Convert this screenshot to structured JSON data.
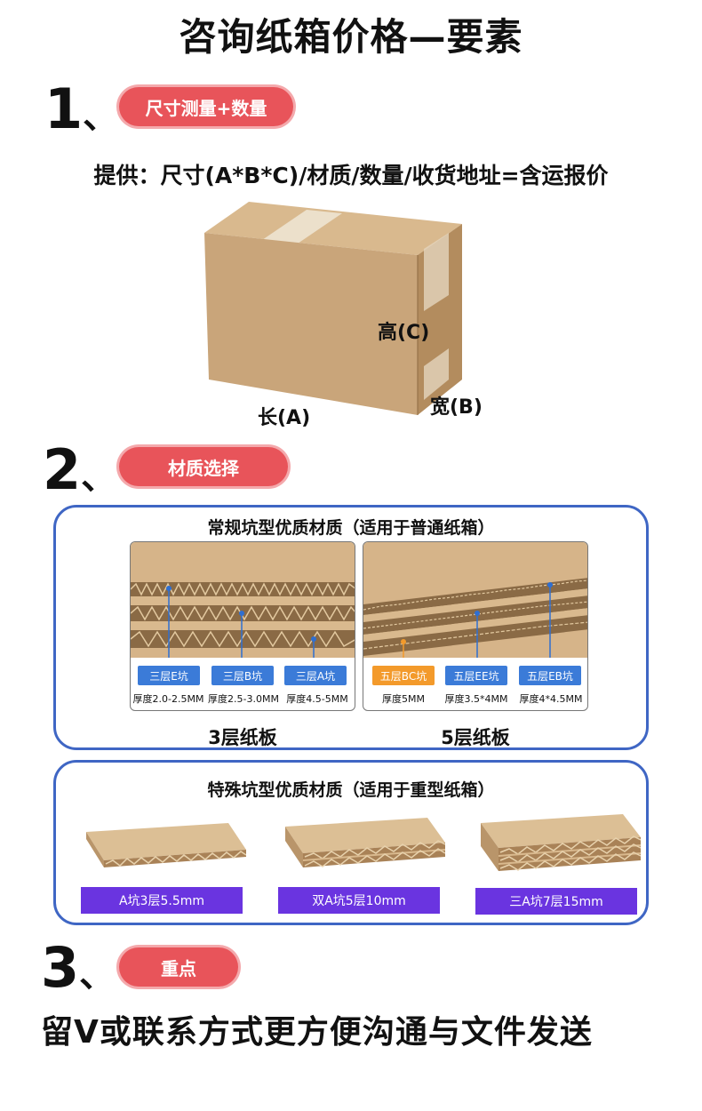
{
  "title": "咨询纸箱价格—要素",
  "steps": [
    {
      "num": "1",
      "sep": "、",
      "label": "尺寸测量+数量"
    },
    {
      "num": "2",
      "sep": "、",
      "label": "材质选择"
    },
    {
      "num": "3",
      "sep": "、",
      "label": "重点"
    }
  ],
  "provide_text": "提供：尺寸(A*B*C)/材质/数量/收货地址=含运报价",
  "box": {
    "length": "长(A)",
    "width": "宽(B)",
    "height": "高(C)"
  },
  "regular": {
    "title": "常规坑型优质材质（适用于普通纸箱）",
    "three": {
      "label": "3层纸板",
      "tags": [
        {
          "name": "三层E坑",
          "thickness": "厚度2.0-2.5MM"
        },
        {
          "name": "三层B坑",
          "thickness": "厚度2.5-3.0MM"
        },
        {
          "name": "三层A坑",
          "thickness": "厚度4.5-5MM"
        }
      ]
    },
    "five": {
      "label": "5层纸板",
      "tags": [
        {
          "name": "五层BC坑",
          "thickness": "厚度5MM"
        },
        {
          "name": "五层EE坑",
          "thickness": "厚度3.5*4MM"
        },
        {
          "name": "五层EB坑",
          "thickness": "厚度4*4.5MM"
        }
      ]
    }
  },
  "special": {
    "title": "特殊坑型优质材质（适用于重型纸箱）",
    "items": [
      "A坑3层5.5mm",
      "双A坑5层10mm",
      "三A坑7层15mm"
    ]
  },
  "footer": "留V或联系方式更方便沟通与文件发送",
  "colors": {
    "accent_red": "#e8545a",
    "panel_border": "#3f66c4",
    "tag_blue": "#3b7bd8",
    "tag_orange": "#f39a2b",
    "purple": "#6a34e0",
    "kraft": "#c9a57a"
  }
}
